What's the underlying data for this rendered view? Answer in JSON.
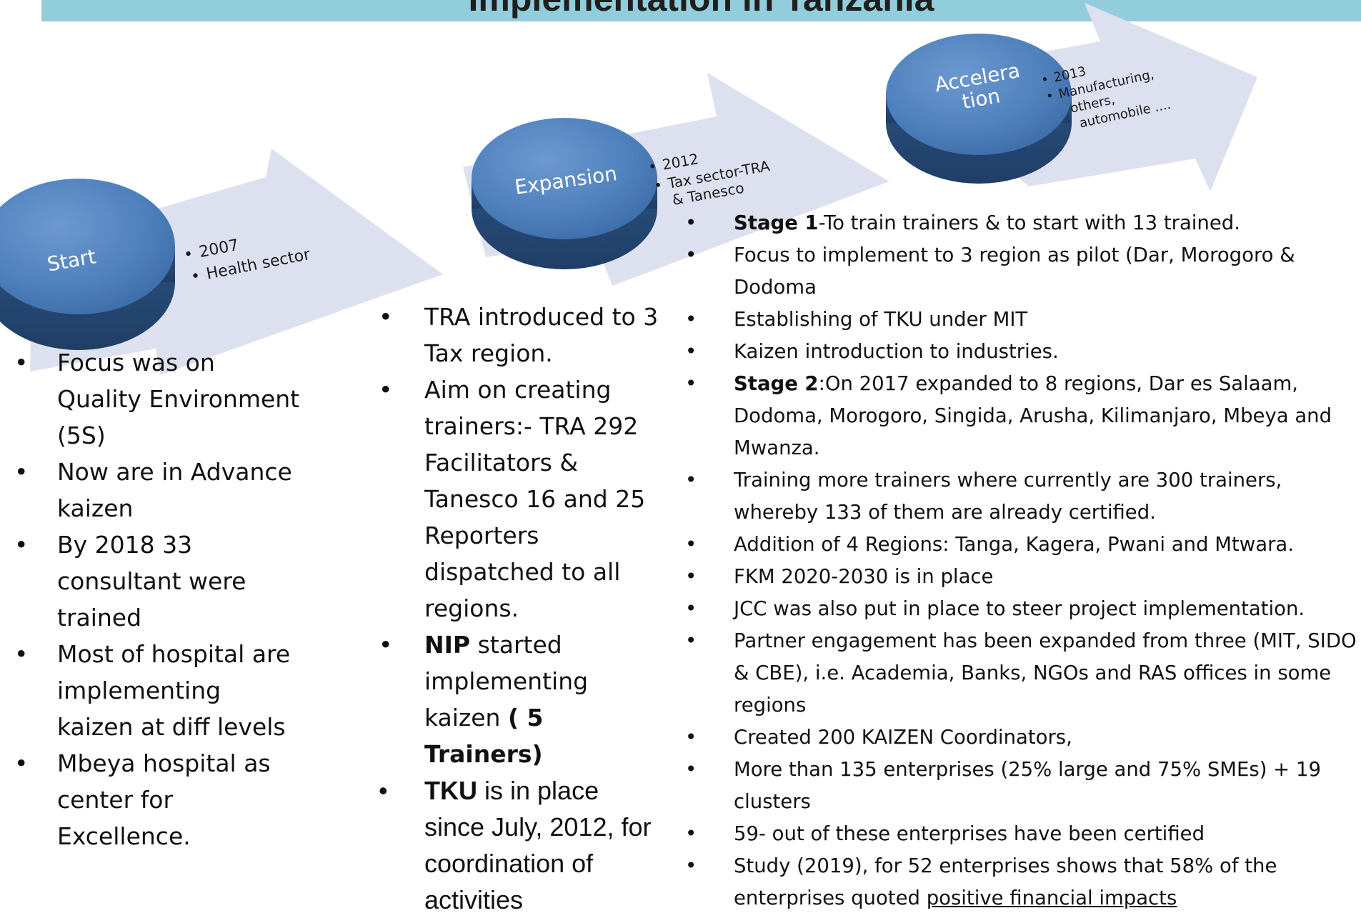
{
  "title": "Implementation in Tanzania",
  "stages": [
    {
      "label": "Start",
      "items": [
        "2007",
        "Health sector"
      ]
    },
    {
      "label": "Expansion",
      "items": [
        "2012",
        "Tax sector-TRA",
        "& Tanesco"
      ]
    },
    {
      "label_lines": [
        "Accelera",
        "tion"
      ],
      "items": [
        "2013",
        "Manufacturing,",
        "others,",
        "automobile ...."
      ]
    }
  ],
  "health_bullets": [
    "Focus was on Quality Environment (5S)",
    "Now are in Advance kaizen",
    "By 2018 33 consultant were trained",
    "Most of hospital are implementing kaizen at diff levels",
    "Mbeya hospital as center for Excellence."
  ],
  "tax_bullets": {
    "b1": "TRA introduced to 3 Tax region.",
    "b2": "Aim on creating trainers:- TRA 292 Facilitators & Tanesco 16 and 25 Reporters dispatched to all regions.",
    "b3_bold1": "NIP",
    "b3_text": " started implementing kaizen ",
    "b3_bold2": "( 5 Trainers)",
    "b4_bold": "TKU",
    "b4_text": " is in place since July, 2012, for coordination of activities"
  },
  "industry_bullets": {
    "s1_bold": "Stage 1",
    "s1_text": "-To train trainers & to start with 13 trained.",
    "i2": "Focus to implement to 3 region as pilot (Dar, Morogoro & Dodoma",
    "i3": "Establishing of TKU under MIT",
    "i4": "Kaizen introduction to industries.",
    "s2_bold": "Stage 2",
    "s2_text": ":On 2017 expanded to 8 regions, Dar es Salaam, Dodoma, Morogoro, Singida, Arusha, Kilimanjaro, Mbeya and Mwanza.",
    "i6": "Training more trainers where currently are 300 trainers, whereby 133 of them are already certified.",
    "i7": " Addition of 4 Regions: Tanga, Kagera, Pwani and Mtwara.",
    "i8": "FKM 2020-2030 is in place",
    "i9": "JCC was also put in place to steer project implementation.",
    "i10": "Partner engagement has been expanded from three (MIT, SIDO & CBE), i.e. Academia, Banks, NGOs and RAS offices in some regions",
    "i11": "Created 200 KAIZEN Coordinators,",
    "i12": "More than 135 enterprises (25% large and 75% SMEs) + 19 clusters",
    "i13": "59-  out of these enterprises have been certified",
    "i14_text": "Study (2019), for 52 enterprises shows that 58% of the enterprises quoted ",
    "i14_link": "positive financial impacts"
  },
  "colors": {
    "banner": "#92cddc",
    "arrow": "#dde1ef",
    "disc_top": "#4f81bd",
    "disc_side": "#2d5383"
  }
}
